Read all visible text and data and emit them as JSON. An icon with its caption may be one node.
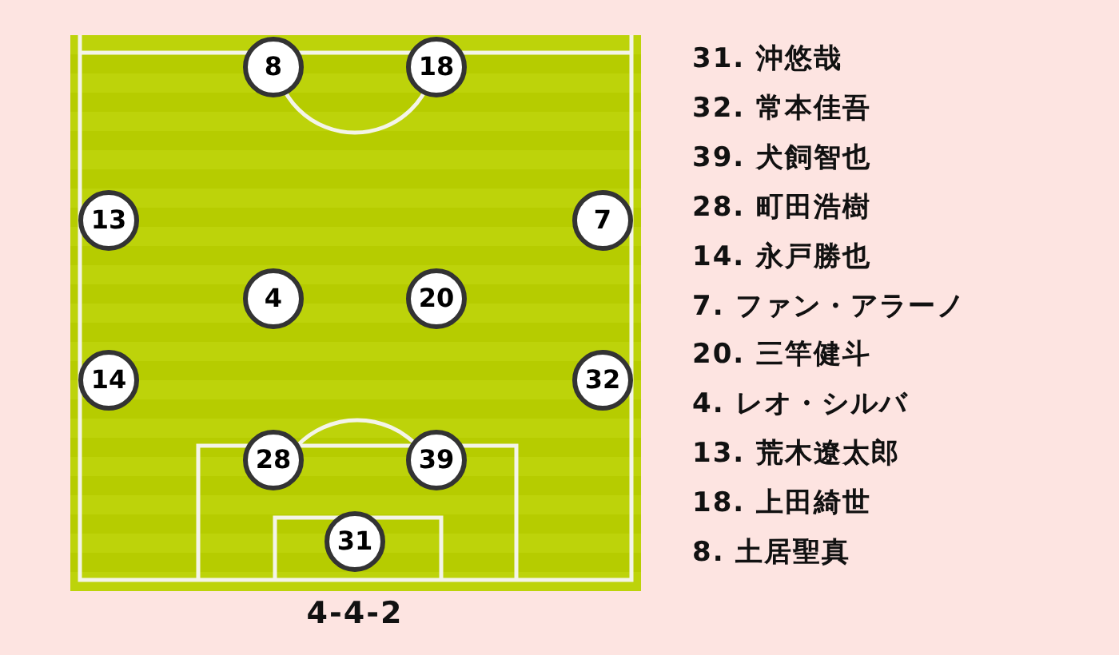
{
  "diagram": {
    "caption": "4-4-2",
    "nodes": [
      {
        "text": [
          "8"
        ]
      },
      {
        "text": [
          "18"
        ]
      },
      {
        "text": [
          "13"
        ]
      },
      {
        "text": [
          "7"
        ]
      },
      {
        "text": [
          "4"
        ]
      },
      {
        "text": [
          "20"
        ]
      },
      {
        "text": [
          "14"
        ]
      },
      {
        "text": [
          "32"
        ]
      },
      {
        "text": [
          "28"
        ]
      },
      {
        "text": [
          "39"
        ]
      },
      {
        "text": [
          "31"
        ]
      }
    ],
    "labels": [
      "31. 沖悠哉",
      "32. 常本佳吾",
      "39. 犬飼智也",
      "28. 町田浩樹",
      "14. 永戸勝也",
      "7. ファン・アラーノ",
      "20. 三竿健斗",
      "4. レオ・シルバ",
      "13. 荒木遼太郎",
      "18. 上田綺世",
      "8. 土居聖真"
    ]
  }
}
